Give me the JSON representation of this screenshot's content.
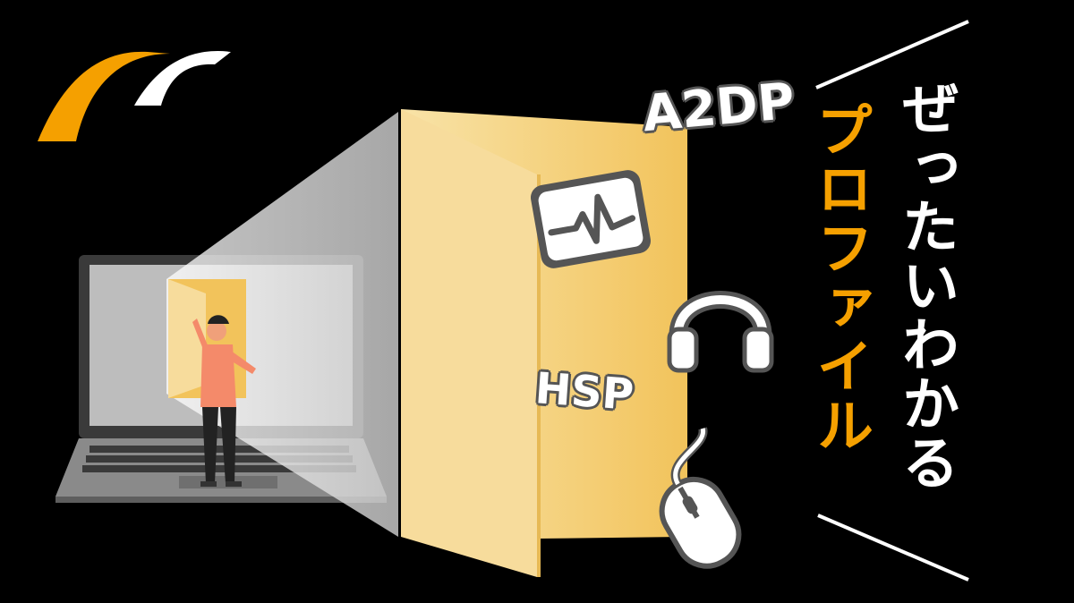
{
  "title": {
    "line1": "ぜったいわかる",
    "line2": "プロファイル"
  },
  "labels": {
    "a2dp": "A2DP",
    "hsp": "HSP"
  },
  "icons": [
    "logo-icon",
    "audio-waveform-icon",
    "headphones-icon",
    "mouse-icon",
    "laptop-icon",
    "person-icon",
    "folder-icon"
  ],
  "colors": {
    "background": "#000000",
    "accent": "#f5a000",
    "title_white": "#ffffff",
    "folder": "#f4cc6e",
    "folder_door": "#f7dc9c"
  }
}
